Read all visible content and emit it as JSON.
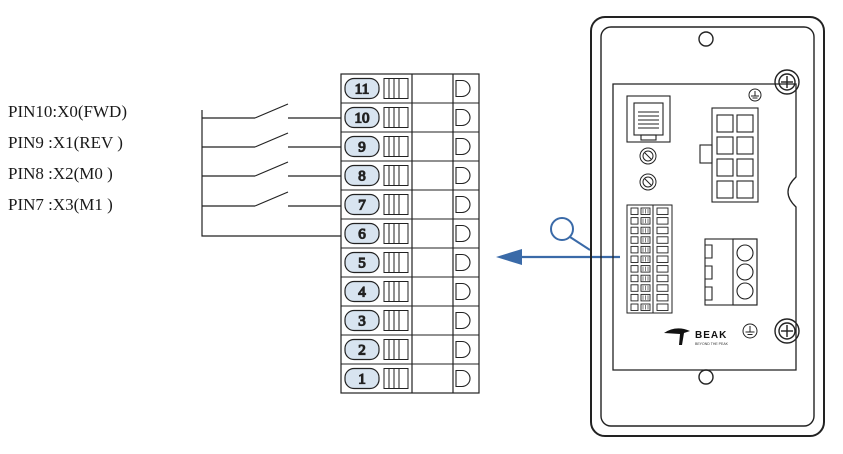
{
  "pin_labels": [
    {
      "text": "PIN10:X0(FWD)",
      "terminal": "10"
    },
    {
      "text": "PIN9 :X1(REV )",
      "terminal": "9"
    },
    {
      "text": "PIN8 :X2(M0   )",
      "terminal": "8"
    },
    {
      "text": "PIN7 :X3(M1   )",
      "terminal": "7"
    }
  ],
  "common_terminal": "6",
  "terminals": [
    "11",
    "10",
    "9",
    "8",
    "7",
    "6",
    "5",
    "4",
    "3",
    "2",
    "1"
  ],
  "device": {
    "brand": "BEAK",
    "tagline": "BEYOND THE PEAK"
  },
  "colors": {
    "terminal_fill": "#d8e4f0",
    "arrow": "#3a6aa8",
    "stroke": "#222222"
  },
  "icons": [
    "magnifier-icon",
    "ground-icon",
    "screw-icon",
    "beak-logo-icon"
  ]
}
